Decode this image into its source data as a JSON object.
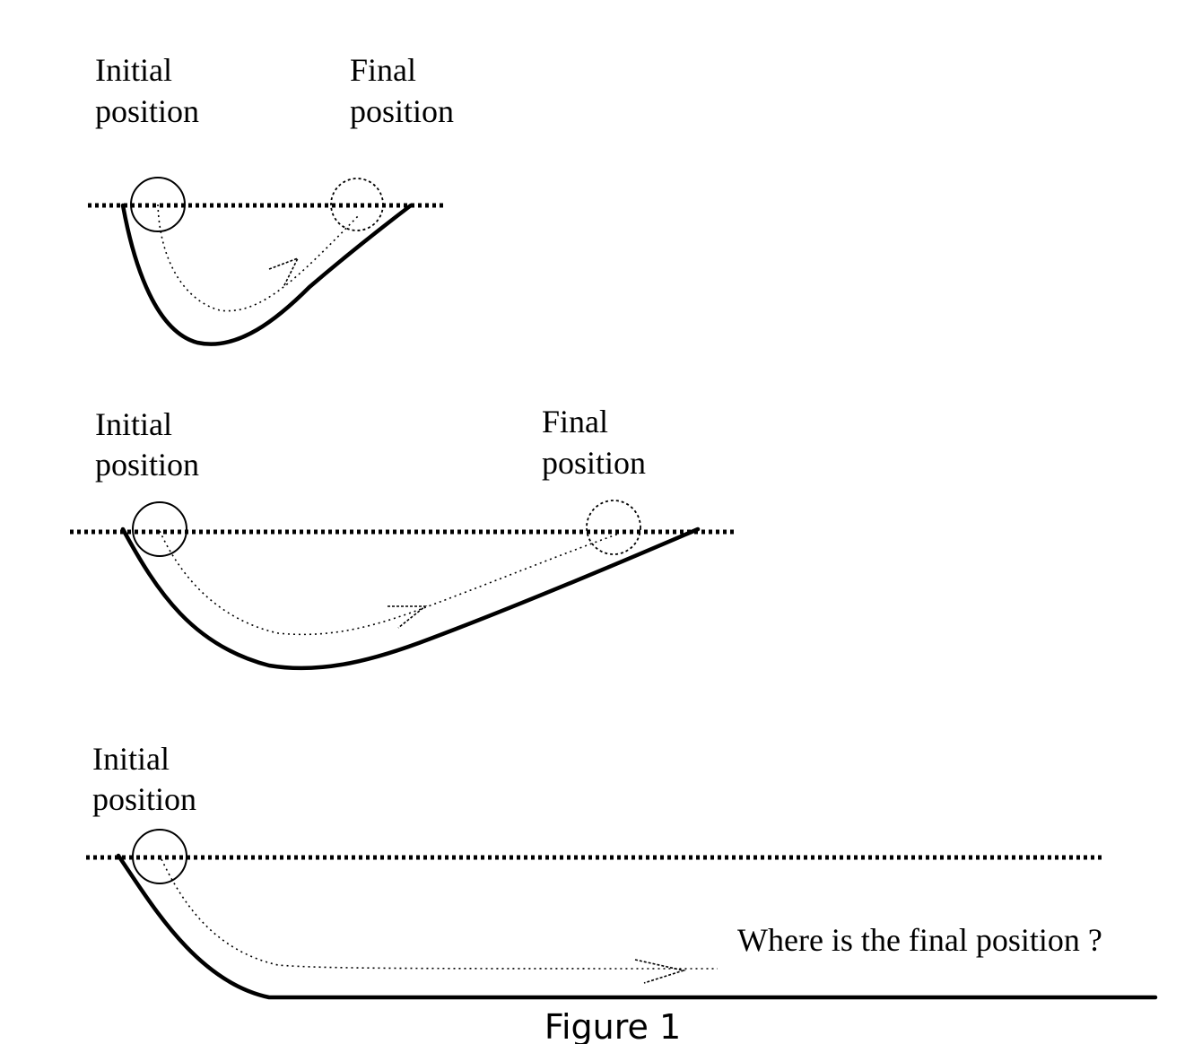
{
  "panels": [
    {
      "initial_label": [
        "Initial",
        "position"
      ],
      "final_label": [
        "Final",
        "position"
      ]
    },
    {
      "initial_label": [
        "Initial",
        "position"
      ],
      "final_label": [
        "Final",
        "position"
      ]
    },
    {
      "initial_label": [
        "Initial",
        "position"
      ],
      "question": "Where is the final position ?"
    }
  ],
  "caption": "Figure 1"
}
